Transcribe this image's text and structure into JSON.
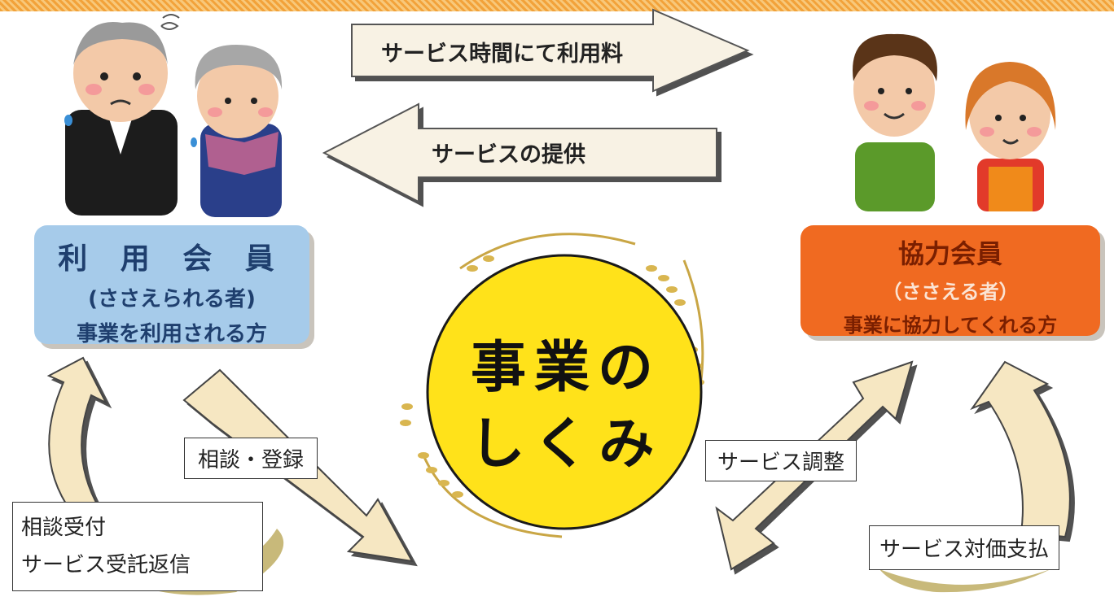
{
  "top_arrow_label": "サービス時間にて利用料",
  "second_arrow_label": "サービスの提供",
  "left_member": {
    "title": "利 用 会 員",
    "subtitle": "(ささえられる者)",
    "description": "事業を利用される方"
  },
  "right_member": {
    "title": "協力会員",
    "subtitle": "（ささえる者）",
    "description": "事業に協力してくれる方"
  },
  "center": {
    "line1": "事業の",
    "line2": "しくみ"
  },
  "labels": {
    "consult_register": "相談・登録",
    "consult_accept": "相談受付",
    "service_reply": "サービス受託返信",
    "service_adjust": "サービス調整",
    "service_payment": "サービス対価支払"
  },
  "colors": {
    "left_box": "#a6cbea",
    "right_box": "#f06a21",
    "arrow_fill": "#f6e7c2",
    "center_circle": "#ffe21a",
    "band": "#f2a23a"
  }
}
